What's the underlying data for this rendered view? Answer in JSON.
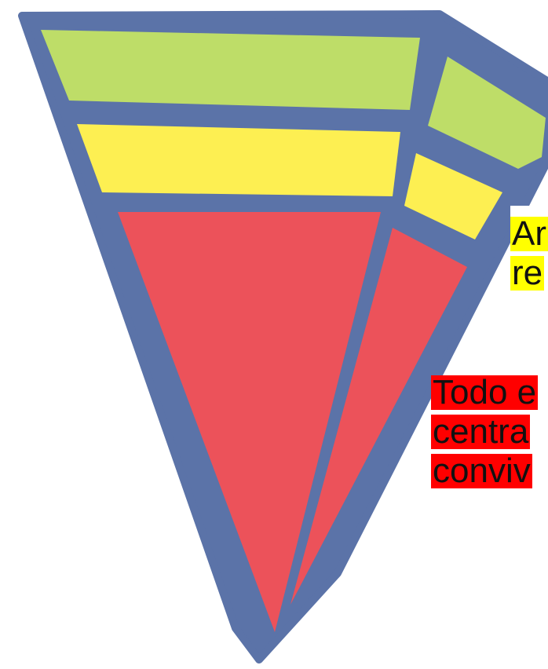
{
  "colors": {
    "outline": "#5b73a8",
    "green_band": "#bedd68",
    "yellow_band": "#fdef52",
    "red_core": "#ec525a",
    "yellow_highlight": "#ffff00",
    "red_highlight": "#ff0000"
  },
  "labels": {
    "yellow": [
      "Ar",
      "re"
    ],
    "red": [
      "Todo e",
      "centra",
      "conviv"
    ]
  }
}
